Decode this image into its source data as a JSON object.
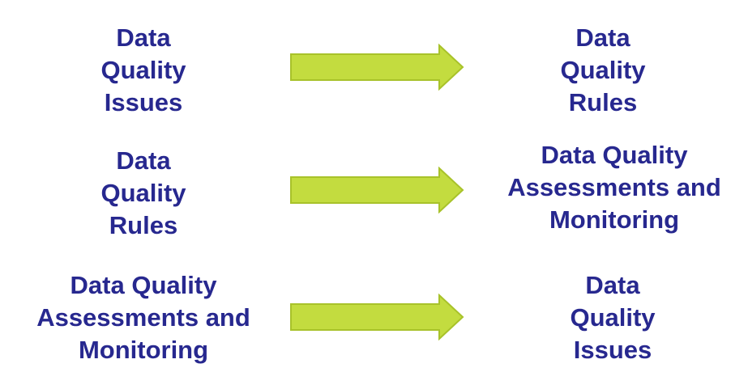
{
  "colors": {
    "text": "#27288f",
    "arrow_fill": "#c3dc3f",
    "arrow_stroke": "#a8c22a"
  },
  "rows": [
    {
      "source": [
        "Data",
        "Quality",
        "Issues"
      ],
      "target": [
        "Data",
        "Quality",
        "Rules"
      ]
    },
    {
      "source": [
        "Data",
        "Quality",
        "Rules"
      ],
      "target": [
        "Data Quality",
        "Assessments and",
        "Monitoring"
      ]
    },
    {
      "source": [
        "Data Quality",
        "Assessments and",
        "Monitoring"
      ],
      "target": [
        "Data",
        "Quality",
        "Issues"
      ]
    }
  ]
}
